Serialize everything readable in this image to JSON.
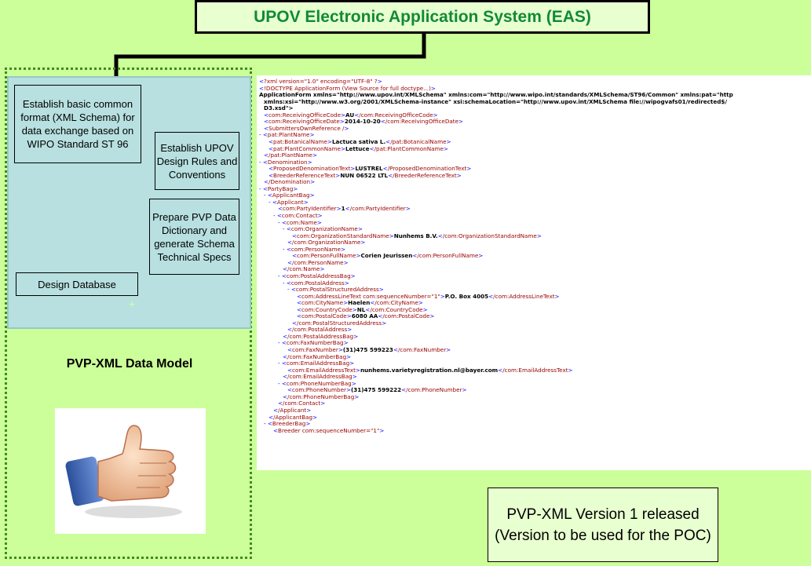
{
  "title": "UPOV Electronic Application System (EAS)",
  "nodes": {
    "basic_format": "Establish basic common format (XML Schema) for data exchange based on WIPO Standard ST 96",
    "design_rules": "Establish UPOV Design Rules and Conventions",
    "data_dictionary": "Prepare PVP Data Dictionary and generate Schema Technical Specs",
    "design_database": "Design Database"
  },
  "model_label": "PVP-XML Data Model",
  "release_box": {
    "line1": "PVP-XML Version 1 released",
    "line2": "(Version to be used for the POC)"
  },
  "xml_lines": [
    {
      "t": "<?xml version=\"1.0\" encoding=\"UTF-8\" ?>",
      "i": 0
    },
    {
      "t": "<!DOCTYPE ApplicationForm (View Source for full doctype...)>",
      "i": 0
    },
    {
      "t": "<ApplicationForm xmlns=\"http://www.upov.int/XMLSchema\" xmlns:com=\"http://www.wipo.int/standards/XMLSchema/ST96/Common\" xmlns:pat=\"http",
      "i": 0
    },
    {
      "t": "xmlns:xsi=\"http://www.w3.org/2001/XMLSchema-instance\" xsi:schemaLocation=\"http://www.upov.int/XMLSchema file://wipogvafs01/redirected$/",
      "i": 1
    },
    {
      "t": "D3.xsd\">",
      "i": 1
    },
    {
      "t": "<com:ReceivingOfficeCode>AU</com:ReceivingOfficeCode>",
      "i": 1
    },
    {
      "t": "<com:ReceivingOfficeDate>2014-10-20</com:ReceivingOfficeDate>",
      "i": 1
    },
    {
      "t": "<SubmittersOwnReference />",
      "i": 1
    },
    {
      "t": "- <pat:PlantName>",
      "i": 0
    },
    {
      "t": "<pat:BotanicalName>Lactuca sativa L.</pat:BotanicalName>",
      "i": 2
    },
    {
      "t": "<pat:PlantCommonName>Lettuce</pat:PlantCommonName>",
      "i": 2
    },
    {
      "t": "</pat:PlantName>",
      "i": 1
    },
    {
      "t": "- <Denomination>",
      "i": 0
    },
    {
      "t": "<ProposedDenominationText>LUSTREL</ProposedDenominationText>",
      "i": 2
    },
    {
      "t": "<BreederReferenceText>NUN 06522 LTL</BreederReferenceText>",
      "i": 2
    },
    {
      "t": "</Denomination>",
      "i": 1
    },
    {
      "t": "- <PartyBag>",
      "i": 0
    },
    {
      "t": "- <ApplicantBag>",
      "i": 1
    },
    {
      "t": "- <Applicant>",
      "i": 2
    },
    {
      "t": "<com:PartyIdentifier>1</com:PartyIdentifier>",
      "i": 4
    },
    {
      "t": "- <com:Contact>",
      "i": 3
    },
    {
      "t": "- <com:Name>",
      "i": 4
    },
    {
      "t": "- <com:OrganizationName>",
      "i": 5
    },
    {
      "t": "<com:OrganizationStandardName>Nunhems B.V.</com:OrganizationStandardName>",
      "i": 7
    },
    {
      "t": "</com:OrganizationName>",
      "i": 6
    },
    {
      "t": "- <com:PersonName>",
      "i": 5
    },
    {
      "t": "<com:PersonFullName>Corien Jeurissen</com:PersonFullName>",
      "i": 7
    },
    {
      "t": "</com:PersonName>",
      "i": 6
    },
    {
      "t": "</com:Name>",
      "i": 5
    },
    {
      "t": "- <com:PostalAddressBag>",
      "i": 4
    },
    {
      "t": "- <com:PostalAddress>",
      "i": 5
    },
    {
      "t": "- <com:PostalStructuredAddress>",
      "i": 6
    },
    {
      "t": "<com:AddressLineText com:sequenceNumber=\"1\">P.O. Box 4005</com:AddressLineText>",
      "i": 8
    },
    {
      "t": "<com:CityName>Haelen</com:CityName>",
      "i": 8
    },
    {
      "t": "<com:CountryCode>NL</com:CountryCode>",
      "i": 8
    },
    {
      "t": "<com:PostalCode>6080 AA</com:PostalCode>",
      "i": 8
    },
    {
      "t": "</com:PostalStructuredAddress>",
      "i": 7
    },
    {
      "t": "</com:PostalAddress>",
      "i": 6
    },
    {
      "t": "</com:PostalAddressBag>",
      "i": 5
    },
    {
      "t": "- <com:FaxNumberBag>",
      "i": 4
    },
    {
      "t": "<com:FaxNumber>(31)475 599223</com:FaxNumber>",
      "i": 6
    },
    {
      "t": "</com:FaxNumberBag>",
      "i": 5
    },
    {
      "t": "- <com:EmailAddressBag>",
      "i": 4
    },
    {
      "t": "<com:EmailAddressText>nunhems.varietyregistration.nl@bayer.com</com:EmailAddressText>",
      "i": 6
    },
    {
      "t": "</com:EmailAddressBag>",
      "i": 5
    },
    {
      "t": "- <com:PhoneNumberBag>",
      "i": 4
    },
    {
      "t": "<com:PhoneNumber>(31)475 599222</com:PhoneNumber>",
      "i": 6
    },
    {
      "t": "</com:PhoneNumberBag>",
      "i": 5
    },
    {
      "t": "</com:Contact>",
      "i": 4
    },
    {
      "t": "</Applicant>",
      "i": 3
    },
    {
      "t": "</ApplicantBag>",
      "i": 2
    },
    {
      "t": "- <BreederBag>",
      "i": 1
    },
    {
      "t": "<Breeder com:sequenceNumber=\"1\">",
      "i": 3
    }
  ],
  "colors": {
    "background": "#ccff99",
    "title_text": "#118a35",
    "panel": "#b8e0e0",
    "dotted_frame": "#3f8a1e",
    "xml_tag": "#990000",
    "xml_markup": "#0000ff"
  }
}
